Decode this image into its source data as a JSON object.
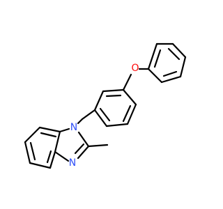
{
  "molecule": {
    "atoms": {
      "oxygen": {
        "label": "O",
        "color": "#ff0d0d"
      },
      "n1": {
        "label": "N",
        "color": "#3050f8"
      },
      "n3": {
        "label": "N",
        "color": "#3050f8"
      }
    },
    "colors": {
      "bond": "#000000",
      "background": "#ffffff"
    }
  }
}
